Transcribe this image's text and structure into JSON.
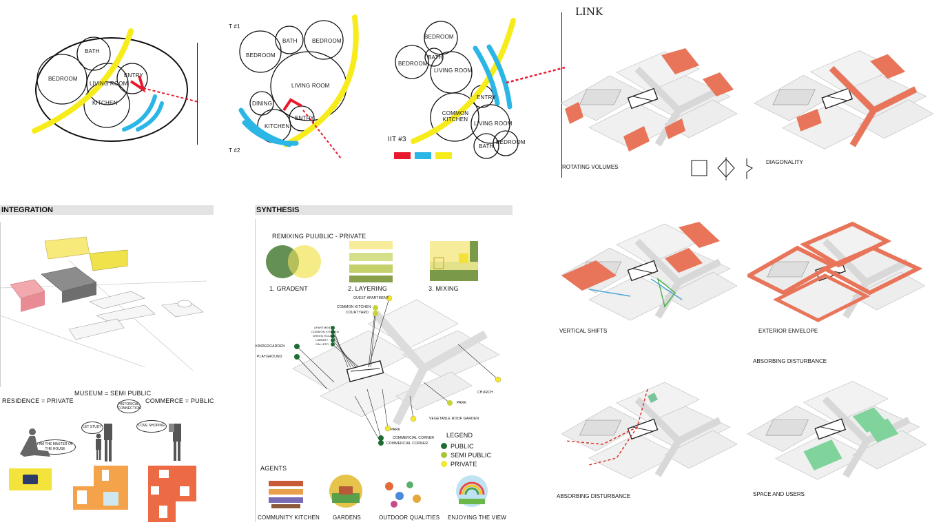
{
  "title_link": "LINK",
  "bubble1": {
    "bath": "BATH",
    "bedroom": "BEDROOM",
    "living": "LIVING ROOM",
    "entry": "ENTRY",
    "kitchen": "KITCHEN"
  },
  "bubble2": {
    "tag_top": "T #1",
    "tag_bottom": "T #2",
    "bath": "BATH",
    "bedroom1": "BEDROOM",
    "bedroom2": "BEDROOM",
    "living": "LIVING ROOM",
    "dining": "DINING",
    "entry": "ENTRY",
    "kitchen": "KITCHEN"
  },
  "bubble3": {
    "tag": "IIT #3",
    "bedroom1": "BEDROOM",
    "bath1": "BATH",
    "bedroom2": "BEDROOM",
    "living1": "LIVING ROOM",
    "entry": "ENTRY",
    "common_kitchen": "COMMON KITCHEN",
    "living2": "LIVING ROOM",
    "bath2": "BATH",
    "bedroom3": "BEDROOM",
    "swatch_colors": [
      "#e8192c",
      "#2bb6e6",
      "#f7ec1b"
    ]
  },
  "link_captions": {
    "rotating": "ROTATING VOLUMES",
    "diagonality": "DIAGONALITY",
    "vertical": "VERTICAL SHIFTS",
    "exterior": "EXTERIOR ENVELOPE",
    "absorbing_top": "ABSORBING DISTURBANCE",
    "absorbing": "ABSORBING DISTURBANCE",
    "space": "SPACE AND USERS"
  },
  "integration": {
    "header": "INTEGRATION",
    "museum": "MUSEUM = SEMI PUBLIC",
    "residence": "RESIDENCE = PRIVATE",
    "commerce": "COMMERCE = PUBLIC",
    "bubble_master": "I AM THE MASTER OF THE HOUSE",
    "bubble_study": "LET STUDY",
    "bubble_historical": "HISTORICAL CONNECTION",
    "bubble_shopping": "LOVE SHOPING"
  },
  "synthesis": {
    "header": "SYNTHESIS",
    "subtitle": "REMIXING PUUBLIC - PRIVATE",
    "gradient": "1. GRADENT",
    "layering": "2. LAYERING",
    "mixing": "3. MIXING",
    "callouts": {
      "guest": "GUEST APARTMENT",
      "common_kitchen": "COMMON KITCHEN",
      "courtyard": "COURTYARD",
      "apartment": "APARTMENT",
      "ck2": "COMMON KITCHEN",
      "green_house": "GREEN HOUSE",
      "library": "LIBRARY",
      "gallery": "GALLERY",
      "kindergarden": "KINDERGARDEN",
      "playground": "PLAYGROUND",
      "church": "CHURCH",
      "park1": "PARK",
      "roof_garden": "VEGETABLE ROOF GARDEN",
      "park2": "PARK",
      "commercial1": "COMMERCIAL CORNER",
      "commercial2": "COMMERCIAL CORNER"
    },
    "legend": {
      "title": "LEGEND",
      "public": "PUBLIC",
      "semi": "SEMI PUBLIC",
      "private": "PRIVATE",
      "colors": {
        "public": "#1e6b34",
        "semi": "#a7c63a",
        "private": "#f3e92b"
      }
    },
    "agents": {
      "title": "AGENTS",
      "items": [
        "COMMUNITY KITCHEN",
        "GARDENS",
        "OUTDOOR QUALITIES",
        "ENJOYING THE VIEW"
      ]
    }
  }
}
